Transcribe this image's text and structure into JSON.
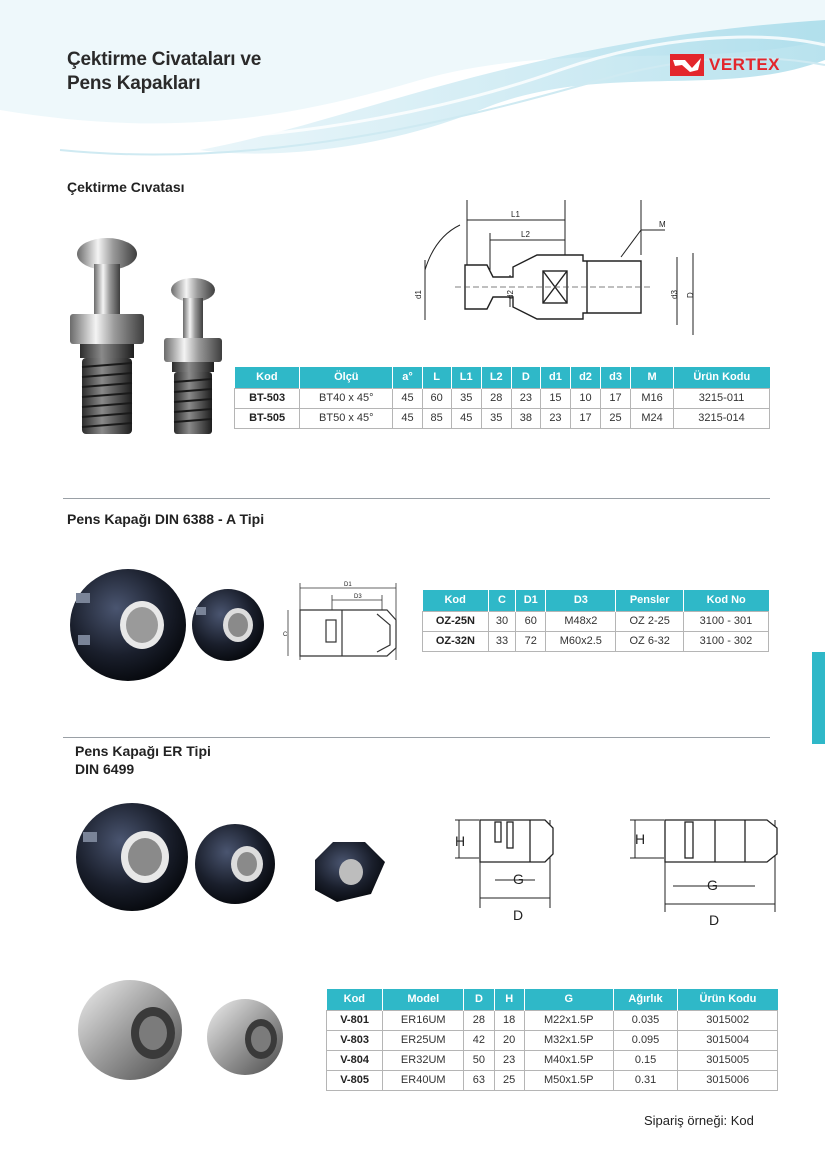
{
  "header": {
    "title_line1": "Çektirme Civataları ve",
    "title_line2": "Pens Kapakları",
    "brand": "VERTEX",
    "colors": {
      "accent": "#2fb8c8",
      "brand_red": "#e3262c",
      "wave": "#bfe4ef"
    }
  },
  "section1": {
    "title": "Çektirme Cıvatası",
    "diagram_labels": {
      "l1": "L1",
      "l2": "L2",
      "m": "M",
      "d1": "d1",
      "d2": "d2",
      "d3": "d3",
      "d": "D"
    },
    "table": {
      "headers": [
        "Kod",
        "Ölçü",
        "a°",
        "L",
        "L1",
        "L2",
        "D",
        "d1",
        "d2",
        "d3",
        "M",
        "Ürün Kodu"
      ],
      "rows": [
        [
          "BT-503",
          "BT40 x 45°",
          "45",
          "60",
          "35",
          "28",
          "23",
          "15",
          "10",
          "17",
          "M16",
          "3215-011"
        ],
        [
          "BT-505",
          "BT50 x 45°",
          "45",
          "85",
          "45",
          "35",
          "38",
          "23",
          "17",
          "25",
          "M24",
          "3215-014"
        ]
      ]
    }
  },
  "section2": {
    "title": "Pens Kapağı DIN 6388 - A Tipi",
    "diagram_labels": {
      "d1": "D1",
      "d3": "D3",
      "c": "C"
    },
    "table": {
      "headers": [
        "Kod",
        "C",
        "D1",
        "D3",
        "Pensler",
        "Kod No"
      ],
      "rows": [
        [
          "OZ-25N",
          "30",
          "60",
          "M48x2",
          "OZ 2-25",
          "3100 - 301"
        ],
        [
          "OZ-32N",
          "33",
          "72",
          "M60x2.5",
          "OZ 6-32",
          "3100 - 302"
        ]
      ]
    }
  },
  "section3": {
    "title_line1": "Pens Kapağı ER Tipi",
    "title_line2": "DIN 6499",
    "diagram_labels": {
      "h": "H",
      "g": "G",
      "d": "D"
    },
    "table": {
      "headers": [
        "Kod",
        "Model",
        "D",
        "H",
        "G",
        "Ağırlık",
        "Ürün Kodu"
      ],
      "rows": [
        [
          "V-801",
          "ER16UM",
          "28",
          "18",
          "M22x1.5P",
          "0.035",
          "3015002"
        ],
        [
          "V-803",
          "ER25UM",
          "42",
          "20",
          "M32x1.5P",
          "0.095",
          "3015004"
        ],
        [
          "V-804",
          "ER32UM",
          "50",
          "23",
          "M40x1.5P",
          "0.15",
          "3015005"
        ],
        [
          "V-805",
          "ER40UM",
          "63",
          "25",
          "M50x1.5P",
          "0.31",
          "3015006"
        ]
      ]
    }
  },
  "footer": {
    "note": "Sipariş örneği: Kod"
  }
}
